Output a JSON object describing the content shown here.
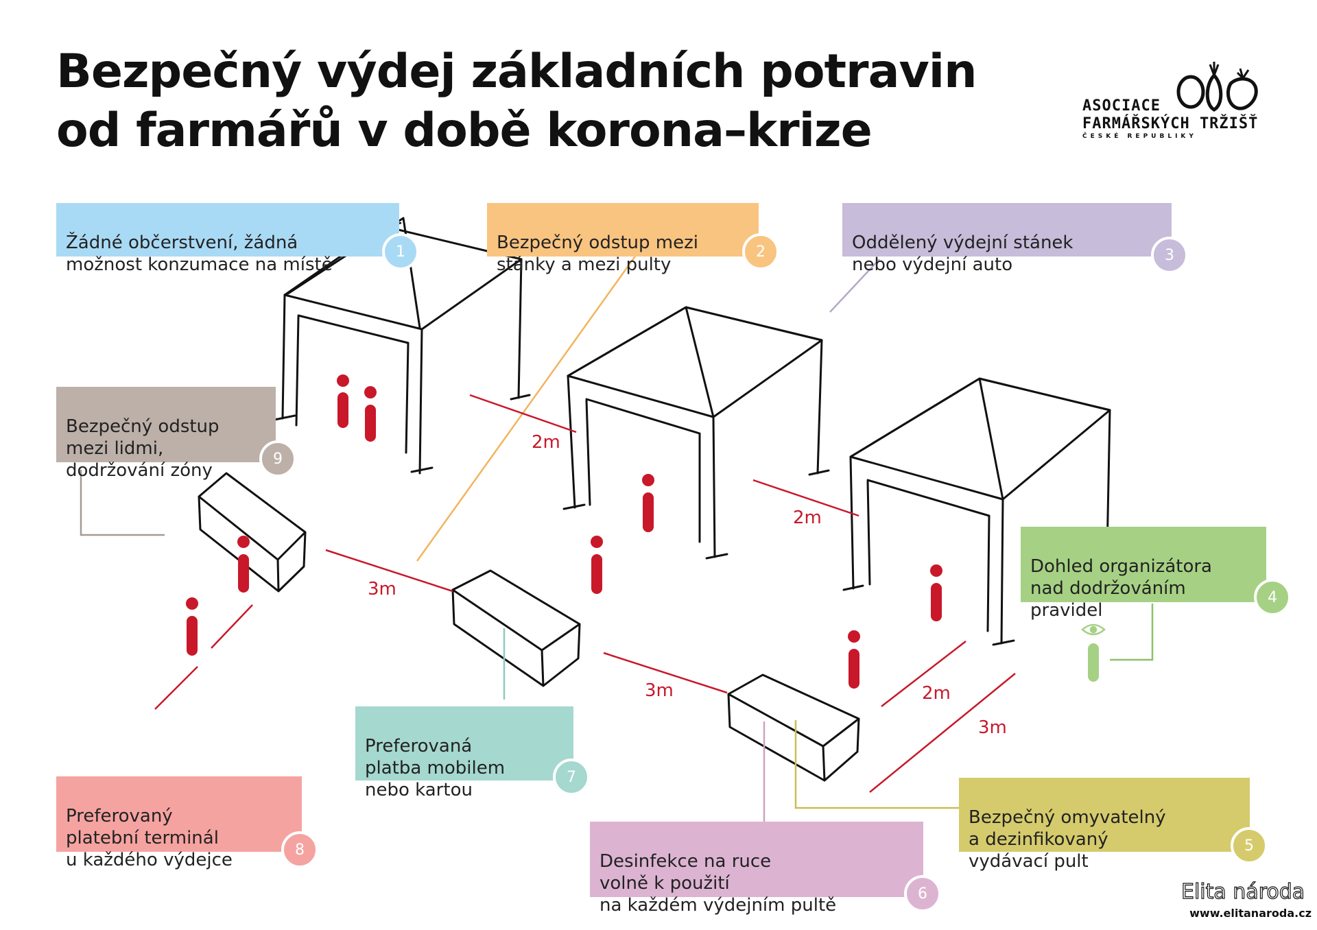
{
  "title": {
    "line1": "Bezpečný výdej základních potravin",
    "line2": "od farmářů v době korona–krize"
  },
  "logo": {
    "line1": "ASOCIACE",
    "line2": "FARMÁŘSKÝCH TRŽIŠŤ",
    "line3": "ČESKÉ REPUBLIKY"
  },
  "callouts": [
    {
      "number": "1",
      "text": "Žádné občerstvení, žádná\nmožnost konzumace na místě",
      "color": "#a9daf5"
    },
    {
      "number": "2",
      "text": "Bezpečný odstup mezi\nstánky a mezi pulty",
      "color": "#f9c47f"
    },
    {
      "number": "3",
      "text": "Oddělený výdejní stánek\nnebo výdejní auto",
      "color": "#c7bcd9"
    },
    {
      "number": "4",
      "text": "Dohled organizátora\nnad dodržováním\npravidel",
      "color": "#a6d184"
    },
    {
      "number": "5",
      "text": "Bezpečný omyvatelný\na dezinfikovaný\nvydávací pult",
      "color": "#d5cb6c"
    },
    {
      "number": "6",
      "text": "Desinfekce na ruce\nvolně k použití\nna každém výdejním pultě",
      "color": "#dcb4d2"
    },
    {
      "number": "7",
      "text": "Preferovaná\nplatba mobilem\nnebo kartou",
      "color": "#a5d8cf"
    },
    {
      "number": "8",
      "text": "Preferovaný\nplatební terminál\nu každého výdejce",
      "color": "#f5a3a0"
    },
    {
      "number": "9",
      "text": "Bezpečný odstup\nmezi lidmi,\ndodržování zóny",
      "color": "#bcb0a9"
    }
  ],
  "distances": {
    "stall_gap_1": "2m",
    "stall_gap_2": "2m",
    "counter_gap_1": "3m",
    "counter_gap_2": "3m",
    "person_gap": "2m",
    "front_gap": "3m"
  },
  "colors": {
    "person": "#c8182a",
    "supervisor": "#a6d184",
    "sketch": "#111111"
  },
  "watermark": {
    "name": "Elita národa",
    "url": "www.elitanaroda.cz"
  }
}
